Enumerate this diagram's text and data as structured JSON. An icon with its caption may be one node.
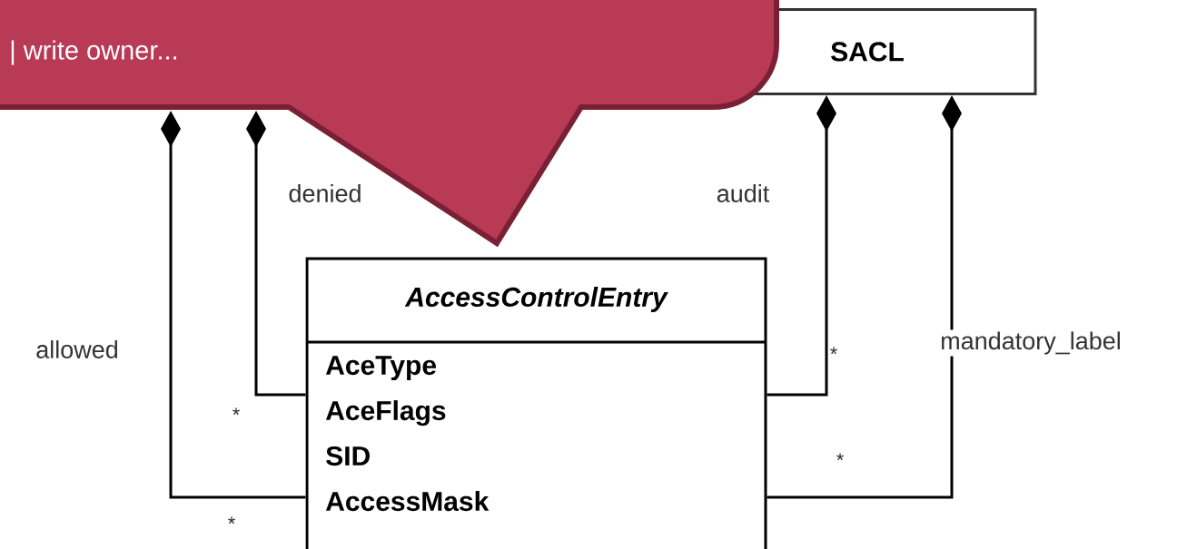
{
  "diagram": {
    "nodes": [
      {
        "text": [
          "| write owner..."
        ]
      },
      {
        "text": [
          "SACL"
        ]
      },
      {
        "text": [
          "AccessControlEntry",
          "AceType",
          "AceFlags",
          "SID",
          "AccessMask"
        ]
      }
    ],
    "edges": [
      {
        "from": 0,
        "to": 2,
        "arrow": "other",
        "label": "allowed"
      },
      {
        "from": 0,
        "to": 2,
        "arrow": "other",
        "label": "denied"
      },
      {
        "from": 1,
        "to": 2,
        "arrow": "other",
        "label": "audit"
      },
      {
        "from": 1,
        "to": 2,
        "arrow": "other",
        "label": "mandatory_label"
      }
    ],
    "labels": [
      "*",
      "*",
      "*",
      "*"
    ]
  }
}
